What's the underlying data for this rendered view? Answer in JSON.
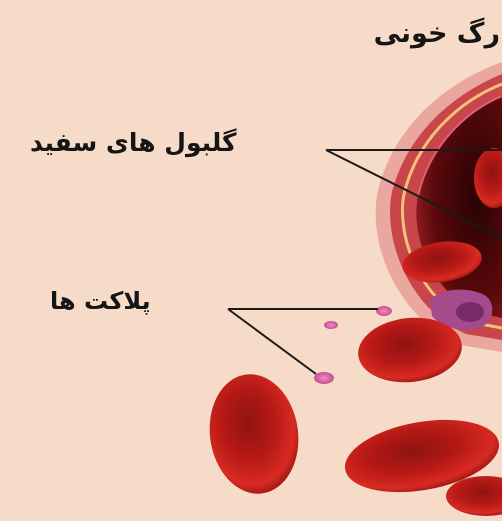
{
  "diagram": {
    "title": "رگ خونی",
    "labels": {
      "white_blood_cells": "گلبول های سفید",
      "platelets": "پلاکت ها"
    }
  },
  "colors": {
    "background": "#f6dcc8",
    "red_cell": "#c01a17",
    "red_cell_dark": "#7a0d0c",
    "platelet": "#d65aa0",
    "vessel_wall": "#c8454a",
    "vessel_lumen": "#4a0608",
    "leader_line": "#1a1a1a"
  }
}
